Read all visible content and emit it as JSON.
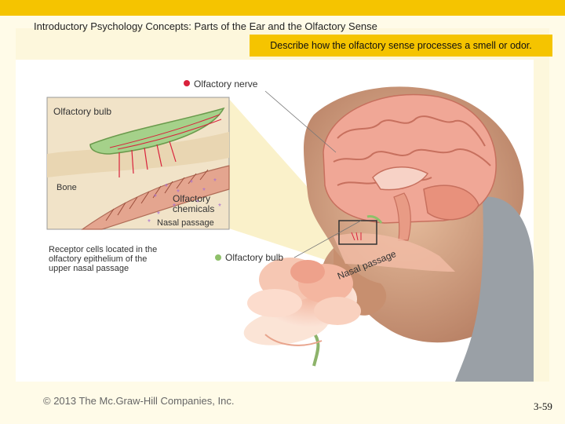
{
  "slide": {
    "title": "Introductory Psychology Concepts: Parts of the Ear and the Olfactory Sense",
    "objective": "Describe how the olfactory sense processes a smell or odor.",
    "copyright": "© 2013 The Mc.Graw-Hill Companies, Inc.",
    "page_number": "3-59"
  },
  "figure": {
    "labels": {
      "olfactory_nerve": "Olfactory nerve",
      "olfactory_bulb_inset": "Olfactory bulb",
      "bone": "Bone",
      "olfactory_chemicals_1": "Olfactory",
      "olfactory_chemicals_2": "chemicals",
      "nasal_passage_inset": "Nasal passage",
      "receptor_cells_1": "Receptor cells located in the",
      "receptor_cells_2": "olfactory epithelium of the",
      "receptor_cells_3": "upper nasal passage",
      "olfactory_bulb_main": "Olfactory bulb",
      "nasal_passage_main": "Nasal passage"
    }
  },
  "colors": {
    "accent": "#f5c400",
    "marker": "#d9223c",
    "bulb_marker": "#8fc06a"
  }
}
